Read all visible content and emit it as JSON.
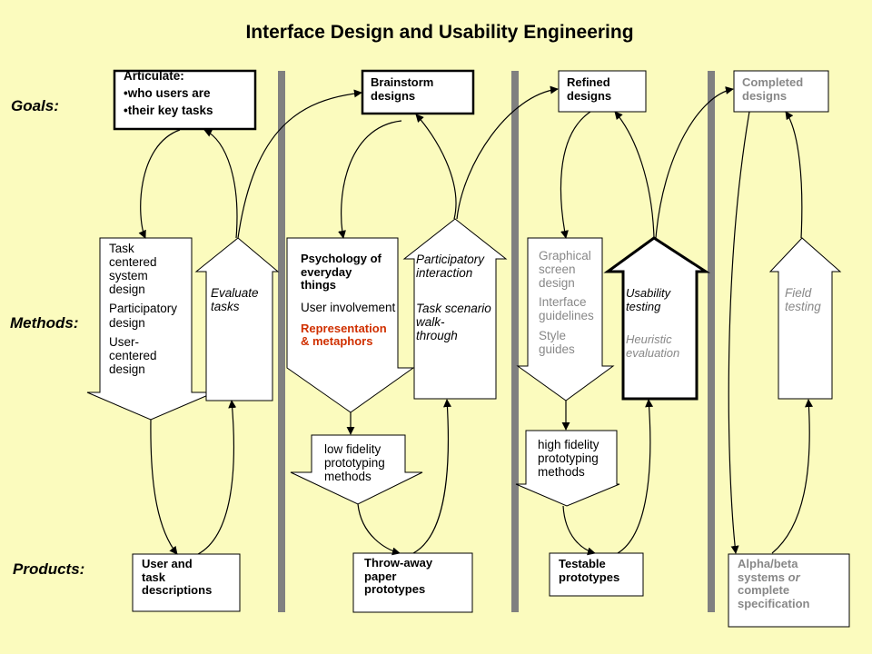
{
  "title": "Interface Design and Usability Engineering",
  "rows": {
    "goals": "Goals:",
    "methods": "Methods:",
    "products": "Products:"
  },
  "goals": {
    "articulate": {
      "heading": "Articulate:",
      "items": [
        "•who users are",
        "•their key tasks"
      ]
    },
    "brainstorm": [
      "Brainstorm",
      "designs"
    ],
    "refined": [
      "Refined",
      "designs"
    ],
    "completed": [
      "Completed",
      "designs"
    ]
  },
  "methods": {
    "phase1_down": [
      [
        "Task",
        "centered",
        "system",
        "design"
      ],
      [
        "Participatory",
        "design"
      ],
      [
        "User-",
        "centered",
        "design"
      ]
    ],
    "phase1_up": [
      "Evaluate",
      "tasks"
    ],
    "phase2_down": [
      [
        "Psychology of",
        "everyday",
        "things"
      ],
      [
        "User involvement"
      ],
      [
        "Representation",
        "& metaphors"
      ]
    ],
    "phase2_up": [
      [
        "Participatory",
        "interaction"
      ],
      [
        "Task scenario",
        "walk-",
        "through"
      ]
    ],
    "phase2_small": [
      "low fidelity",
      "prototyping",
      "methods"
    ],
    "phase3_down": [
      [
        "Graphical",
        "screen",
        "design"
      ],
      [
        "Interface",
        "guidelines"
      ],
      [
        "Style",
        "guides"
      ]
    ],
    "phase3_up": [
      [
        "Usability",
        "testing"
      ],
      [
        "Heuristic",
        "evaluation"
      ]
    ],
    "phase3_small": [
      "high fidelity",
      "prototyping",
      "methods"
    ],
    "phase4_up": [
      "Field",
      "testing"
    ]
  },
  "products": {
    "p1": [
      "User and",
      "task",
      "descriptions"
    ],
    "p2": [
      "Throw-away",
      "paper",
      "prototypes"
    ],
    "p3": [
      "Testable",
      "prototypes"
    ],
    "p4": [
      "Alpha/beta",
      "systems",
      "or",
      "complete",
      "specification"
    ]
  },
  "colors": {
    "background": "#fbfbbe",
    "divider": "#808080",
    "gray_text": "#888888",
    "highlight": "#d03000"
  }
}
